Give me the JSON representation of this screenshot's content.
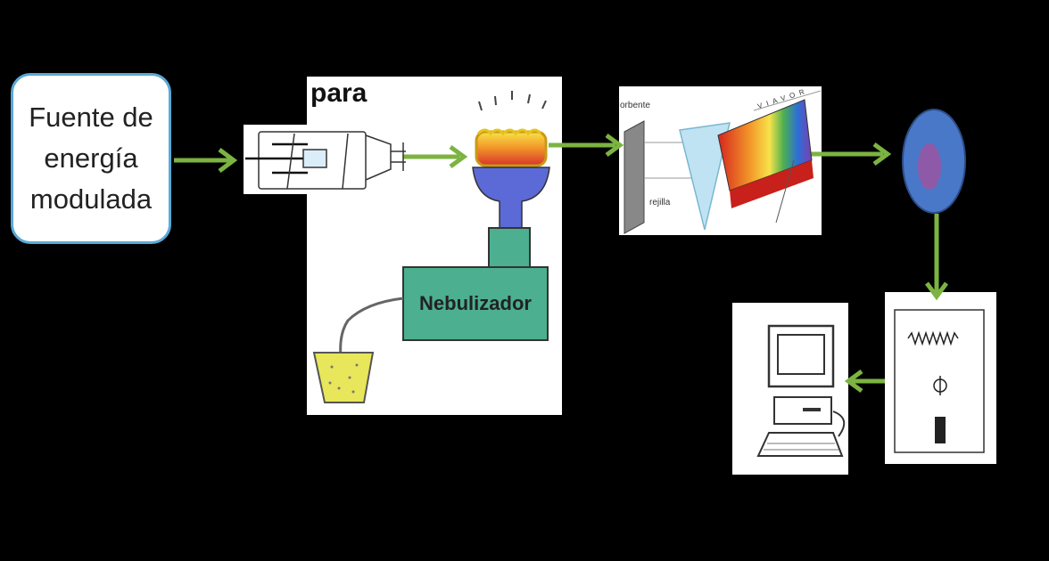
{
  "source": {
    "line1": "Fuente de",
    "line2": "energía",
    "line3": "modulada"
  },
  "atomizer": {
    "partial_label": "para",
    "nebulizer_label": "Nebulizador"
  },
  "monochromator": {
    "absorbent_partial": "orbente",
    "slit_label": "rejilla",
    "spectrum_letters": [
      "V",
      "I",
      "A",
      "V",
      "O",
      "R"
    ]
  },
  "colors": {
    "arrow": "#7cb342",
    "nebulizer": "#4caf8f",
    "burner": "#5b6ad6",
    "sample": "#e8e65a",
    "detector_outer": "#4a78c8",
    "detector_inner": "#8e5aa8",
    "source_border": "#5aa9d6"
  }
}
